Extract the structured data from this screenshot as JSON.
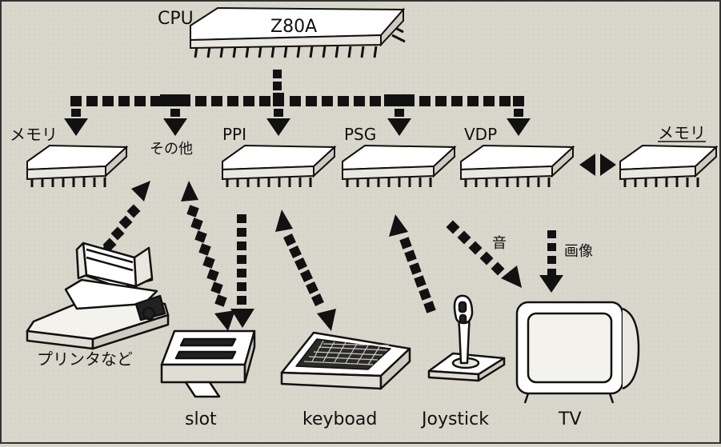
{
  "labels": {
    "cpu": "CPU",
    "cpu_chip": "Z80A",
    "memory_left": "メモリ",
    "other": "その他",
    "ppi": "PPI",
    "psg": "PSG",
    "vdp": "VDP",
    "memory_right": "メモリ",
    "sound": "音",
    "image": "画像",
    "printer": "プリンタなど",
    "slot": "slot",
    "keyboard": "keyboad",
    "joystick": "Joystick",
    "tv": "TV"
  }
}
